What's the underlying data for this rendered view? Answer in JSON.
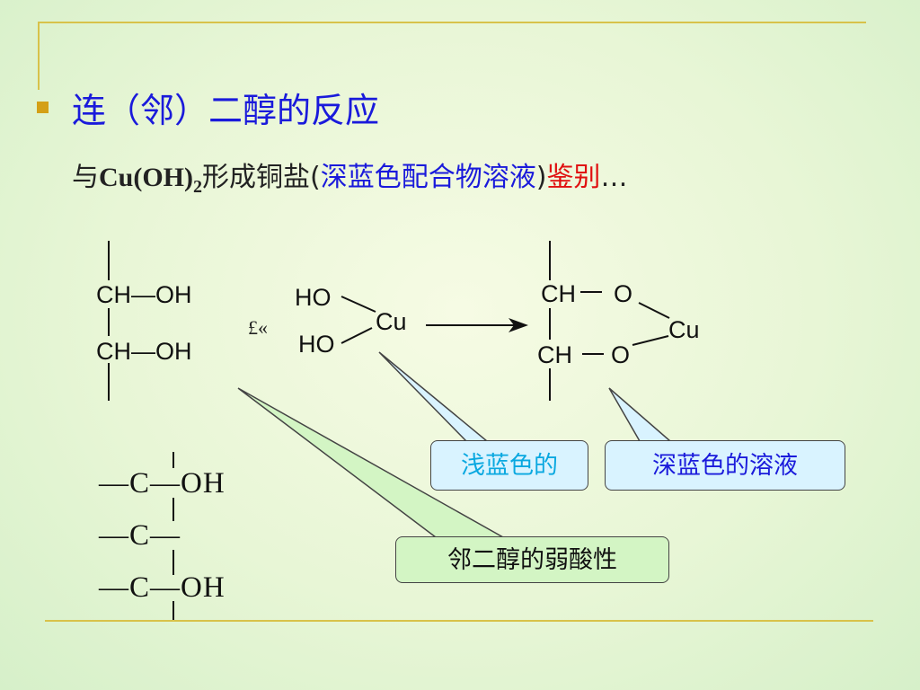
{
  "slide": {
    "title": "连（邻）二醇的反应",
    "subtitle": {
      "part1": "与",
      "cu": "Cu(OH)",
      "sub2": "2",
      "part2": "形成铜盐(",
      "blue": "深蓝色配合物溶液",
      "part3": ")",
      "red": "鉴别",
      "ellipsis": "…"
    }
  },
  "diagram": {
    "left_top": "CH—OH",
    "left_bottom": "CH—OH",
    "plus": "£«",
    "cu_ho_top": "HO",
    "cu_ho_bottom": "HO",
    "cu_left": "Cu",
    "right_ch_top": "CH",
    "right_o_top": "O",
    "right_ch_bottom": "CH",
    "right_o_bottom": "O",
    "cu_right": "Cu",
    "triol_row1": "—C—OH",
    "triol_row2": "—C—",
    "triol_row3": "—C—OH"
  },
  "callouts": {
    "shallow_blue": "浅蓝色的",
    "deep_blue_solution": "深蓝色的溶液",
    "weak_acidity": "邻二醇的弱酸性"
  },
  "colors": {
    "title_blue": "#1a1adb",
    "emphasis_red": "#e01010",
    "rule_gold": "#d8c24a",
    "bullet": "#d4a017"
  }
}
